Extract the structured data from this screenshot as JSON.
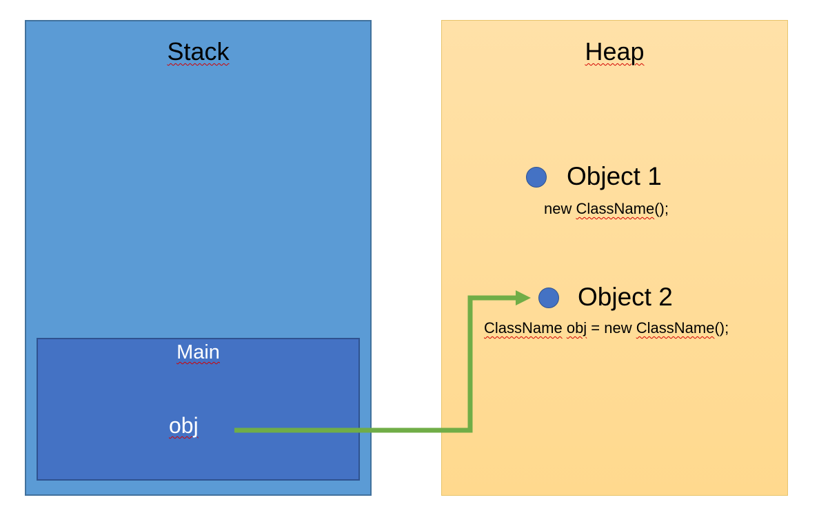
{
  "stack": {
    "title": "Stack",
    "frame": {
      "title": "Main",
      "variable": "obj"
    }
  },
  "heap": {
    "title": "Heap",
    "objects": [
      {
        "name": "Object 1",
        "code_prefix": "new ",
        "code_class": "ClassName",
        "code_suffix": "();"
      },
      {
        "name": "Object 2",
        "code_class1": "ClassName",
        "code_space": " ",
        "code_var": "obj",
        "code_mid": " = new ",
        "code_class2": "ClassName",
        "code_suffix": "();"
      }
    ]
  },
  "colors": {
    "stack_fill": "#5b9bd5",
    "frame_fill": "#4472c4",
    "heap_fill": "#ffd98e",
    "object_dot": "#4472c4",
    "reference_arrow": "#70ad47",
    "spellcheck_underline": "#d20000"
  },
  "reference": {
    "from": "obj",
    "to": "Object 2"
  }
}
